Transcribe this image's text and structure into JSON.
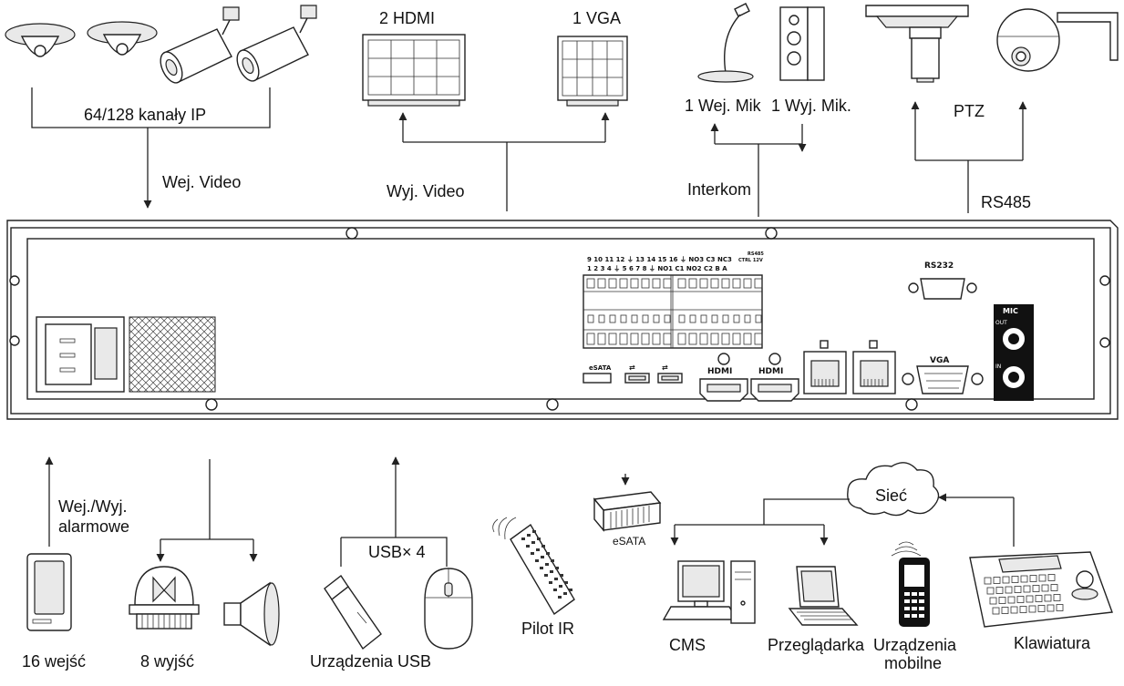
{
  "labels": {
    "ip_channels": "64/128   kanały IP",
    "video_in": "Wej. Video",
    "hdmi_display": "2 HDMI",
    "vga_display": "1 VGA",
    "video_out": "Wyj. Video",
    "mic_in": "1 Wej. Mik",
    "mic_out": "1 Wyj. Mik.",
    "intercom": "Interkom",
    "ptz": "PTZ",
    "rs485": "RS485",
    "alarm_io_line1": "Wej./Wyj.",
    "alarm_io_line2": "alarmowe",
    "alarm_inputs": "16 wejść",
    "alarm_outputs": "8 wyjść",
    "usb_count": "USB× 4",
    "usb_devices": "Urządzenia USB",
    "ir_remote": "Pilot IR",
    "esata_device": "eSATA",
    "network": "Sieć",
    "cms": "CMS",
    "browser": "Przeglądarka",
    "mobile_line1": "Urządzenia",
    "mobile_line2": "mobilne",
    "keyboard": "Klawiatura"
  },
  "panel": {
    "port_esata": "eSATA",
    "port_rs232": "RS232",
    "port_vga": "VGA",
    "port_mic": "MIC",
    "mic_out": "OUT",
    "mic_in": "IN",
    "port_hdmi_1": "HDMI",
    "port_hdmi_2": "HDMI",
    "terminal_top": "9  10  11  12  ⏚  13  14  15  16  ⏚  NO3 C3 NC3",
    "terminal_bottom": "1   2   3   4  ⏚  5   6   7   8  ⏚  NO1 C1 NO2 C2  B   A",
    "terminal_top_extra": "CTRL 12V",
    "terminal_bottom_extra": "RS485"
  },
  "icons": [
    "dome-camera-icon",
    "bullet-camera-icon",
    "monitor-icon",
    "microphone-icon",
    "speaker-icon",
    "ptz-camera-icon",
    "nvr-rear-panel-icon",
    "alarm-sensor-icon",
    "siren-icon",
    "horn-icon",
    "usb-stick-icon",
    "mouse-icon",
    "ir-remote-icon",
    "esata-drive-icon",
    "cloud-icon",
    "desktop-pc-icon",
    "laptop-icon",
    "mobile-phone-icon",
    "ptz-keyboard-icon"
  ]
}
